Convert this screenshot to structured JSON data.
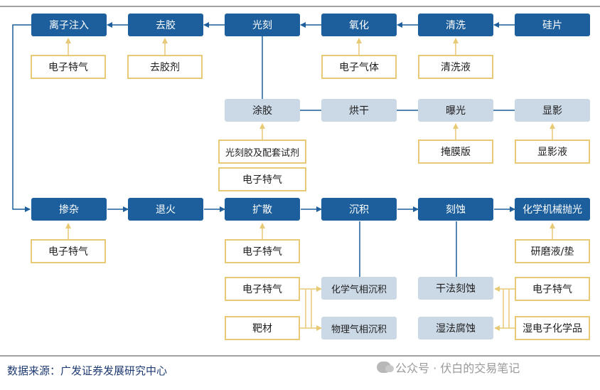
{
  "diagram": {
    "process_steps": {
      "wafer": "硅片",
      "cleaning": "清洗",
      "oxidation": "氧化",
      "lithography": "光刻",
      "resist_strip": "去胶",
      "ion_implant": "离子注入",
      "doping": "掺杂",
      "annealing": "退火",
      "diffusion": "扩散",
      "deposition": "沉积",
      "etching": "刻蚀",
      "cmp": "化学机械抛光"
    },
    "litho_substeps": {
      "coating": "涂胶",
      "baking": "烘干",
      "exposure": "曝光",
      "developing": "显影"
    },
    "sub_processes": {
      "cvd": "化学气相沉积",
      "pvd": "物理气相沉积",
      "dry_etch": "干法刻蚀",
      "wet_etch": "湿法腐蚀"
    },
    "materials": {
      "cleaning_solution": "清洗液",
      "oxidation_gas": "电子气体",
      "strip_agent": "去胶剂",
      "implant_gas": "电子特气",
      "photoresist": "光刻胶及配套试剂",
      "coating_gas": "电子特气",
      "photomask": "掩膜版",
      "developer": "显影液",
      "doping_gas": "电子特气",
      "diffusion_gas": "电子特气",
      "cvd_gas": "电子特气",
      "target": "靶材",
      "etch_gas": "电子特气",
      "wet_chemicals": "湿电子化学品",
      "cmp_slurry_pad": "研磨液/垫"
    }
  },
  "footer": {
    "source": "数据来源：广发证券发展研究中心",
    "watermark": "公众号 · 伏白的交易笔记"
  },
  "colors": {
    "process": "#1c5f9c",
    "subprocess": "#cbd8e6",
    "material_border": "#e8c975",
    "arrow": "#1c5f9c",
    "material_arrow": "#e8c975"
  }
}
